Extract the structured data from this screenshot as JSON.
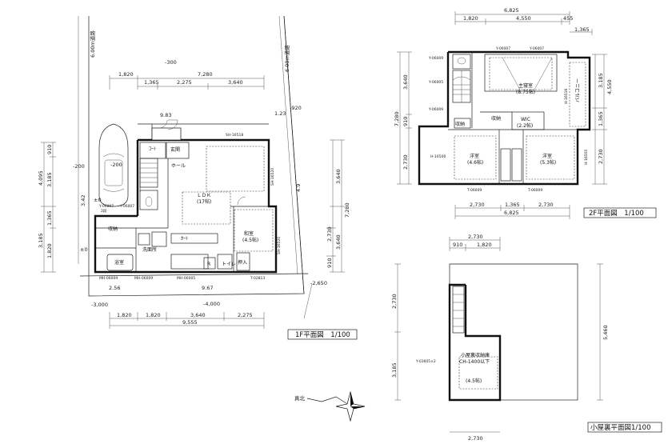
{
  "site": {
    "road_top": "6.00m道路",
    "road_right": "6.00m道路",
    "level_top": "-300",
    "level_right_top": "-920",
    "level_left": "-200",
    "level_car": "-200",
    "level_bottom_left": "-3,000",
    "level_bottom_mid": "-4,000",
    "level_bottom_right": "-2,650",
    "dim_983": "9.83",
    "dim_123": "1.23",
    "dim_256": "2.56",
    "dim_967": "9.67",
    "dim_342": "3.42",
    "level_zero_a": "±0",
    "level_zero_b": "±0",
    "side_bracket": "4.9"
  },
  "floor1": {
    "title": "1F平面図　1/100",
    "top_dims": {
      "total": "7,280",
      "segments": [
        "1,820",
        "1,365",
        "2,275",
        "3,640"
      ]
    },
    "bottom_dims": {
      "segments": [
        "1,820",
        "1,820",
        "3,640",
        "2,275"
      ],
      "total": "9,555"
    },
    "left_dims": {
      "outer": [
        "4,095",
        "3,185"
      ],
      "inner": [
        "910",
        "3,185",
        "1,365",
        "1,820"
      ]
    },
    "right_dims": {
      "outer": [
        "3,640",
        "7,280"
      ],
      "inner": [
        "2,730",
        "3,640",
        "910"
      ]
    },
    "rooms": {
      "ldk": "ＬＤＫ",
      "ldk_area": "(17帖)",
      "japanese": "和室",
      "japanese_area": "(4.5帖)",
      "bath": "浴室",
      "washroom": "洗面所",
      "entrance": "玄関",
      "hall": "ホール",
      "cloak": "ｺｰﾄ",
      "storage": "収納",
      "toilet": "トイレ",
      "fridge": "R",
      "closet": "押入",
      "misc": "ｶｰﾄ"
    },
    "windows": {
      "w1": "SH-16518",
      "w2": "SH-16520",
      "w3": "SH-16520",
      "w4": "Y-06007",
      "w5": "2段",
      "w6": "Y-06007",
      "w7": "MH-06009",
      "w8": "MH-06009",
      "w9": "MH-06005",
      "w10": "T-02813"
    }
  },
  "floor2": {
    "title": "2F平面図　1/100",
    "top_dims": {
      "total": "6,825",
      "segments": [
        "1,820",
        "4,550",
        "455"
      ],
      "extra": "1,365"
    },
    "bottom_dims": {
      "segments": [
        "2,730",
        "1,365",
        "2,730"
      ],
      "total": "6,825"
    },
    "left_dims": {
      "outer": [
        "3,640",
        "7,280",
        "2,730"
      ],
      "inner": [
        "910"
      ]
    },
    "right_dims": {
      "outer": [
        "3,185",
        "4,550",
        "1,365",
        "2,730"
      ]
    },
    "rooms": {
      "master": "主寝室",
      "master_area": "(8.75帖)",
      "wic": "WIC",
      "wic_area": "(2.2帖)",
      "west": "洋室",
      "west_area": "(4.6帖)",
      "east": "洋室",
      "east_area": "(5.3帖)",
      "balcony": "バルコニー",
      "storage": "収納",
      "storage2": "収納"
    },
    "windows": {
      "w1": "Y-06009",
      "w2": "Y-06007",
      "w3": "Y-06007",
      "w4": "Y-06005",
      "w5": "Y-06009",
      "w6": "H-16516",
      "w7": "H-16500",
      "w8": "H-16500",
      "w9": "T-06009",
      "w10": "T-06009"
    }
  },
  "attic": {
    "title": "小屋裏平面図1/100",
    "top_dims": {
      "total": "2,730",
      "segments": [
        "910",
        "1,820"
      ]
    },
    "left_dims": [
      "2,730",
      "3,185"
    ],
    "right_dims": [
      "5,460"
    ],
    "bottom_dims": [
      "2,730"
    ],
    "room": "小屋裏収納庫",
    "room_spec": "CH-1400以下",
    "room_area": "(4.5帖)",
    "window": "Y-03605×2"
  },
  "north": {
    "label": "真北"
  }
}
